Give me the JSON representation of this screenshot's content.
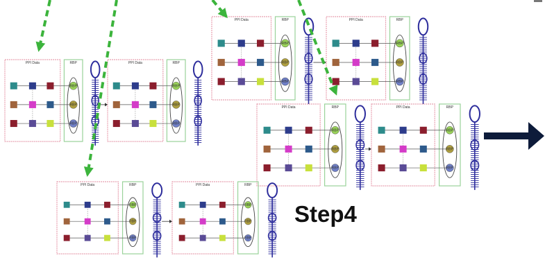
{
  "diagram": {
    "step_label": "Step4",
    "panel_labels": {
      "ppi": "PPI Data",
      "rbp": "RBP"
    },
    "colors": {
      "ppi_border": "#e8a0b0",
      "rbp_border": "#9ad39a",
      "dashed_arrow": "#3cb43c",
      "big_arrow": "#0d1b3a",
      "rna": "#2d2d9c"
    },
    "node_colors": [
      [
        "#2d8b8b",
        "#2d3c8b",
        "#8b1e2d"
      ],
      [
        "#a0643c",
        "#d43cc8",
        "#2d5a8b"
      ],
      [
        "#8b1e2d",
        "#5a4b96",
        "#c8e03c"
      ]
    ],
    "rbp_node_labels": [
      "RBP",
      "RBP",
      "RBP"
    ]
  }
}
